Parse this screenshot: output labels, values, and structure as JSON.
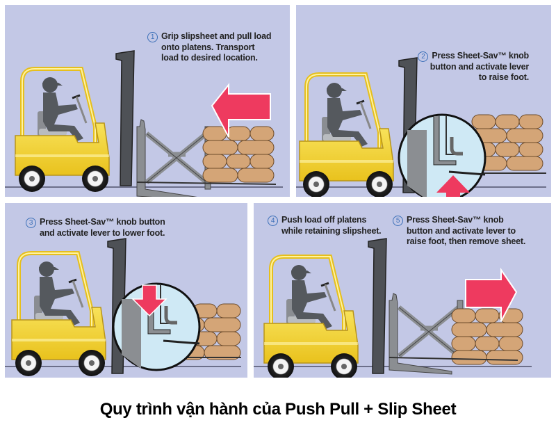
{
  "title": "Quy trình vận hành của Push Pull + Slip Sheet",
  "colors": {
    "panel_bg": "#c3c8e6",
    "forklift_yellow": "#f3d42a",
    "mast_gray": "#4e5156",
    "load_tan": "#d4a577",
    "arrow_red": "#ee3a5f",
    "step_number_blue": "#3b6fb8"
  },
  "panels": [
    {
      "id": "panel-1",
      "steps": [
        {
          "number": "1",
          "lines": [
            "Grip slipsheet and pull load",
            "onto platens. Transport",
            "load to desired location."
          ]
        }
      ],
      "arrow": "left"
    },
    {
      "id": "panel-2",
      "steps": [
        {
          "number": "2",
          "lines": [
            "Press Sheet-Sav™ knob",
            "button and activate lever",
            "to raise foot."
          ]
        }
      ],
      "arrow": "up"
    },
    {
      "id": "panel-3",
      "steps": [
        {
          "number": "3",
          "lines": [
            "Press Sheet-Sav™ knob button",
            "and activate lever to lower foot."
          ]
        }
      ],
      "arrow": "down"
    },
    {
      "id": "panel-4-5",
      "steps": [
        {
          "number": "4",
          "lines": [
            "Push load off platens",
            "while retaining slipsheet."
          ]
        },
        {
          "number": "5",
          "lines": [
            "Press Sheet-Sav™ knob",
            "button and activate lever to",
            "raise foot, then remove sheet."
          ]
        }
      ],
      "arrow": "right"
    }
  ]
}
